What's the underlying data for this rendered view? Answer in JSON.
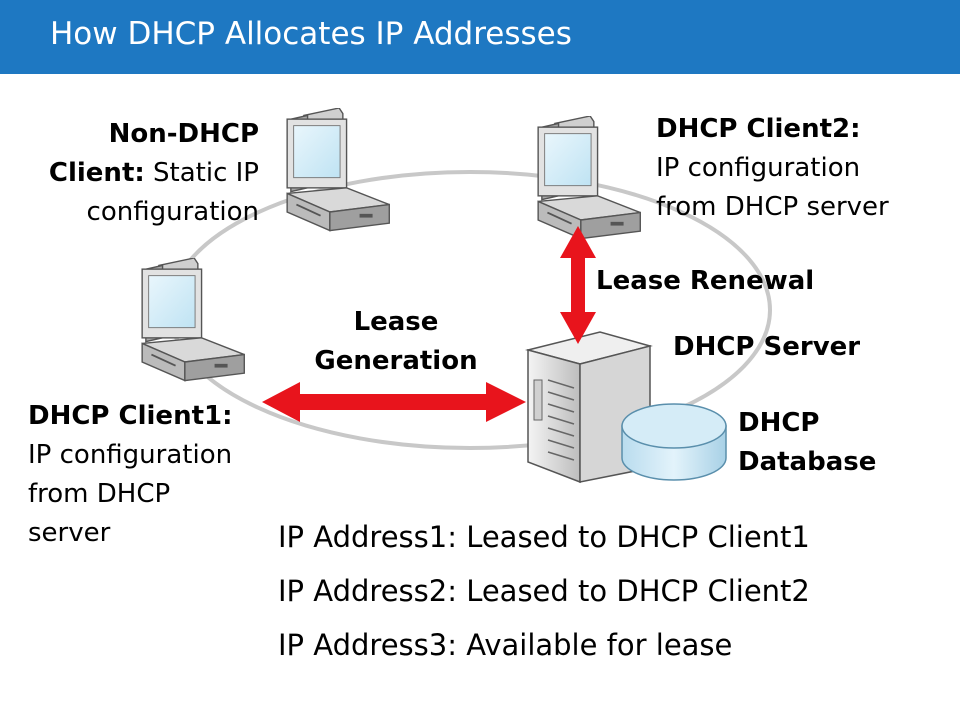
{
  "title": "How DHCP Allocates IP Addresses",
  "non_dhcp_client": {
    "heading_line1": "Non-DHCP",
    "heading_line2": "Client:",
    "detail_line2": " Static IP",
    "detail_line3": "configuration"
  },
  "dhcp_client2": {
    "heading": "DHCP Client2:",
    "detail_line1": "IP configuration",
    "detail_line2": "from DHCP server"
  },
  "dhcp_client1": {
    "heading": "DHCP Client1:",
    "detail_line1": "IP configuration",
    "detail_line2": "from DHCP",
    "detail_line3": "server"
  },
  "lease_renewal": "Lease Renewal",
  "lease_generation": {
    "line1": "Lease",
    "line2": "Generation"
  },
  "dhcp_server": "DHCP Server",
  "dhcp_database": {
    "line1": "DHCP",
    "line2": "Database"
  },
  "lease_list": [
    "IP Address1: Leased to DHCP Client1",
    "IP Address2: Leased to DHCP Client2",
    "IP Address3: Available for lease"
  ],
  "colors": {
    "title_bar": "#1e78c2",
    "arrow": "#e8141c",
    "ring": "#c8c8c8"
  },
  "icons": [
    "computer-icon",
    "server-icon",
    "database-icon",
    "double-arrow-icon"
  ]
}
